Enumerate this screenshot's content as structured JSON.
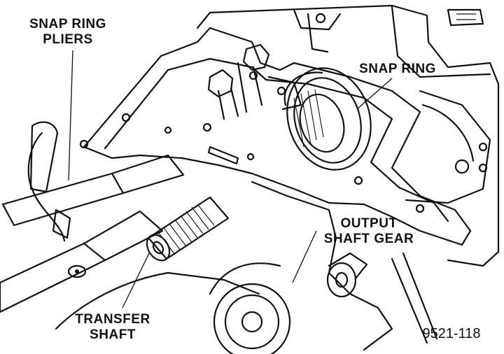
{
  "figure": {
    "number": "9521-118"
  },
  "callouts": {
    "snap_ring_pliers": {
      "line1": "SNAP RING",
      "line2": "PLIERS"
    },
    "snap_ring": {
      "line1": "SNAP RING"
    },
    "output_shaft_gear": {
      "line1": "OUTPUT",
      "line2": "SHAFT GEAR"
    },
    "transfer_shaft": {
      "line1": "TRANSFER",
      "line2": "SHAFT"
    }
  }
}
